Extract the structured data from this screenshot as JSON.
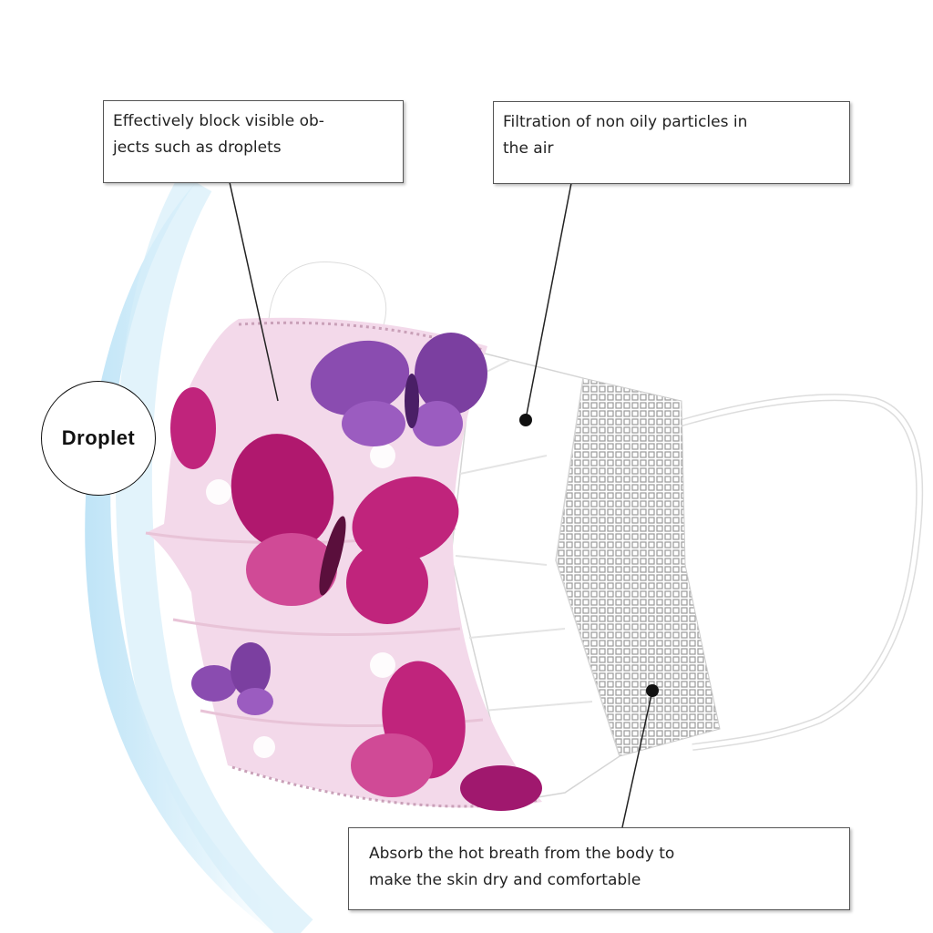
{
  "callouts": {
    "outer_layer": {
      "line1": "Effectively block visible ob-",
      "line2": "jects such as droplets"
    },
    "middle_layer": {
      "line1": "Filtration of non oily particles in",
      "line2": "the air"
    },
    "inner_layer": {
      "line1": "Absorb the hot breath from the body to",
      "line2": "make the skin dry and comfortable"
    }
  },
  "droplet_label": "Droplet",
  "colors": {
    "mask_pink": "#f3d9ea",
    "butterfly_purple": "#7b3fa0",
    "butterfly_magenta": "#b0186e",
    "shield_blue": "#cfeaf8"
  }
}
